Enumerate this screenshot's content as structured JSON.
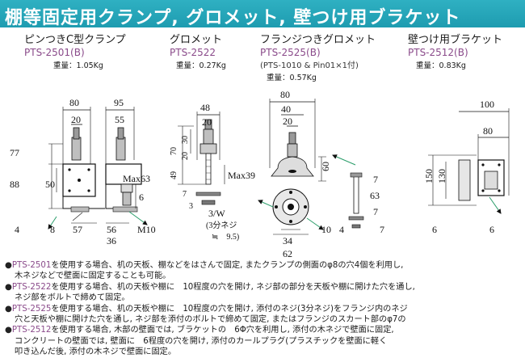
{
  "title": "棚等固定用クランプ, グロメット, 壁つけ用ブラケット",
  "products": [
    {
      "name": "ピンつきC型クランプ",
      "code": "PTS-2501(B)",
      "weight": "重量：1.05Kg"
    },
    {
      "name": "グロメット",
      "code": "PTS-2522",
      "weight": "重量：0.27Kg"
    },
    {
      "name": "フランジつきグロメット",
      "code": "PTS-2525(B)",
      "note": "(PTS-1010 & Pin01×1付)",
      "weight": "重量：0.57Kg"
    },
    {
      "name": "壁つけ用ブラケット",
      "code": "PTS-2512(B)",
      "weight": "重量：0.83Kg"
    }
  ],
  "dims": {
    "clamp": {
      "w80": "80",
      "w20": "20",
      "w95": "95",
      "w55": "55",
      "h77": "77",
      "h88": "88",
      "h50": "50",
      "max63": "Max63",
      "v6": "6",
      "b4": "4",
      "b8": "8",
      "b57": "57",
      "b36": "36",
      "b56": "56",
      "m10": "M10"
    },
    "grommet": {
      "w48": "48",
      "w20": "20",
      "h70": "70",
      "h30": "30",
      "h20": "20",
      "h49": "49",
      "max39": "Max39",
      "v7": "7",
      "v3": "3",
      "w": "3/W",
      "sub": "(3分ネジ",
      "sub2": "≒　9.5)"
    },
    "flange": {
      "w80": "80",
      "w40": "40",
      "w20": "20",
      "h60": "60",
      "v7": "7",
      "v63": "63",
      "v7b": "7",
      "b34": "34",
      "b62": "62",
      "b10": "10",
      "b4": "4",
      "b7": "7"
    },
    "bracket": {
      "w100": "100",
      "w80": "80",
      "h150": "150",
      "h130": "130",
      "b6a": "6",
      "b6b": "6"
    }
  },
  "notes": [
    {
      "code": "PTS-2501",
      "text": "を使用する場合、机の天板、棚などをはさんで固定, またクランプの側面のφ8の穴4個を利用し,"
    },
    {
      "code": "",
      "text": "木ネジなどで壁面に固定することも可能。"
    },
    {
      "code": "PTS-2522",
      "text": "を使用する場合、机の天板や棚に　10程度の穴を開け, ネジ部の部分を天板や棚に開けた穴を通し,"
    },
    {
      "code": "",
      "text": "ネジ部をボルトで締めて固定。"
    },
    {
      "code": "PTS-2525",
      "text": "を使用する場合、机の天板や棚に　10程度の穴を開け, 添付のネジ(3分ネジ)をフランジ内のネジ"
    },
    {
      "code": "",
      "text": "穴と天板や棚に開けた穴を通し, ネジ部を添付のボルトで締めて固定, またはフランジのスカート部のφ7の"
    },
    {
      "code": "PTS-2512",
      "text": "を使用する場合, 木部の壁面では, ブラケットの　6Φ穴を利用し, 添付の木ネジで壁面に固定,"
    },
    {
      "code": "",
      "text": "コンクリートの壁面では, 壁面に　6程度の穴を開け, 添付のカールプラグ(プラスチックを壁面に軽く"
    },
    {
      "code": "",
      "text": "叩き込んだ後, 添付の木ネジで壁面に固定。"
    }
  ]
}
